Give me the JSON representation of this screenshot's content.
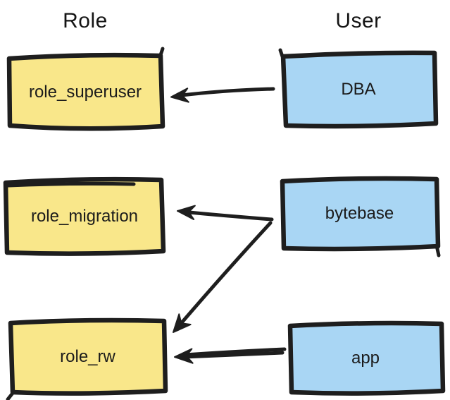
{
  "diagram": {
    "columns": [
      {
        "title": "Role"
      },
      {
        "title": "User"
      }
    ],
    "nodes": [
      {
        "id": "role_superuser",
        "label": "role_superuser",
        "column": "Role"
      },
      {
        "id": "role_migration",
        "label": "role_migration",
        "column": "Role"
      },
      {
        "id": "role_rw",
        "label": "role_rw",
        "column": "Role"
      },
      {
        "id": "DBA",
        "label": "DBA",
        "column": "User"
      },
      {
        "id": "bytebase",
        "label": "bytebase",
        "column": "User"
      },
      {
        "id": "app",
        "label": "app",
        "column": "User"
      }
    ],
    "edges": [
      {
        "from": "DBA",
        "to": "role_superuser"
      },
      {
        "from": "bytebase",
        "to": "role_migration"
      },
      {
        "from": "bytebase",
        "to": "role_rw"
      },
      {
        "from": "app",
        "to": "role_rw"
      }
    ],
    "colors": {
      "role_node_fill": "#F9E78A",
      "user_node_fill": "#A9D6F4",
      "stroke": "#1e1e1e",
      "background": "#FFFFFF"
    }
  }
}
